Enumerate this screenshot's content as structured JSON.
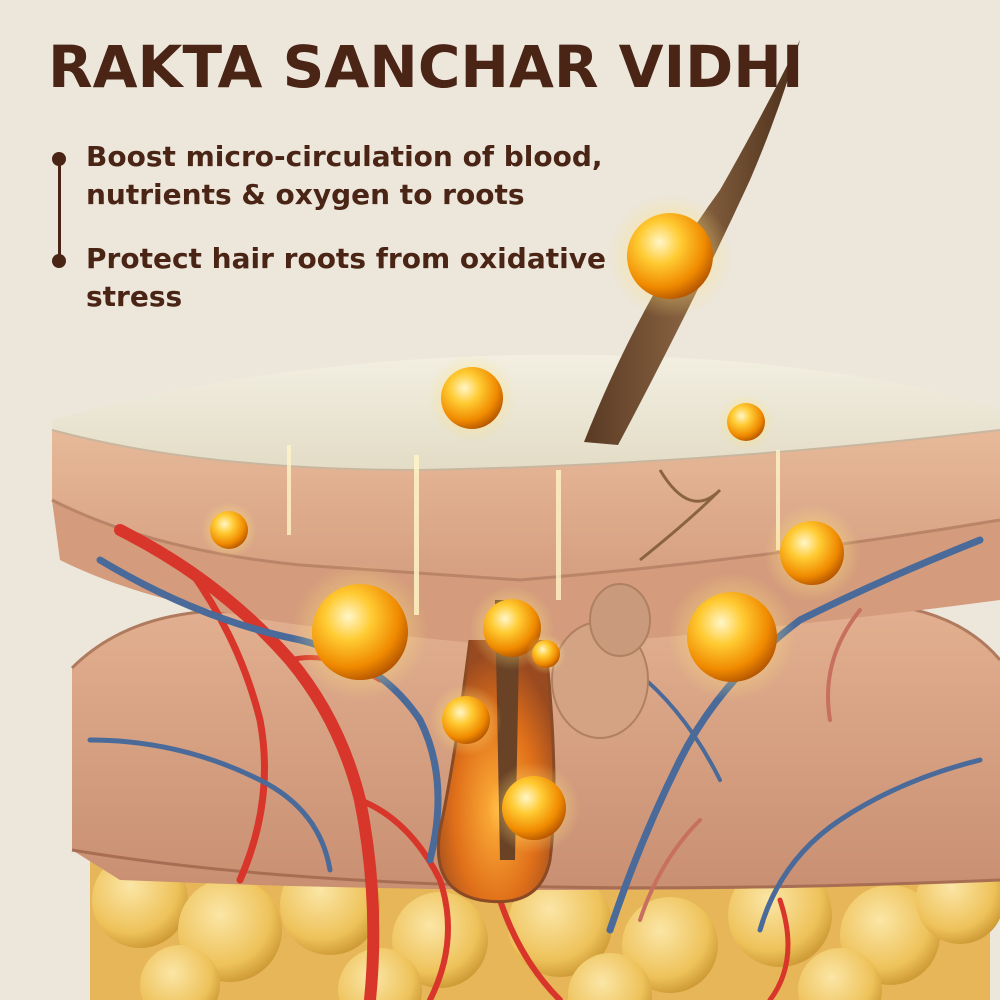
{
  "headline": "RAKTA SANCHAR VIDHI",
  "bullets": [
    {
      "text": "Boost micro-circulation of blood, nutrients & oxygen to roots"
    },
    {
      "text": "Protect hair roots from oxidative stress"
    }
  ],
  "colors": {
    "background": "#ece6db",
    "text": "#4a2414",
    "skin": "#dca98a",
    "artery": "#d8362a",
    "vein": "#4a6a9a",
    "droplet": "#f5a300",
    "fat": "#eec25a"
  },
  "illustration": "skin-cross-section-hair-follicle"
}
